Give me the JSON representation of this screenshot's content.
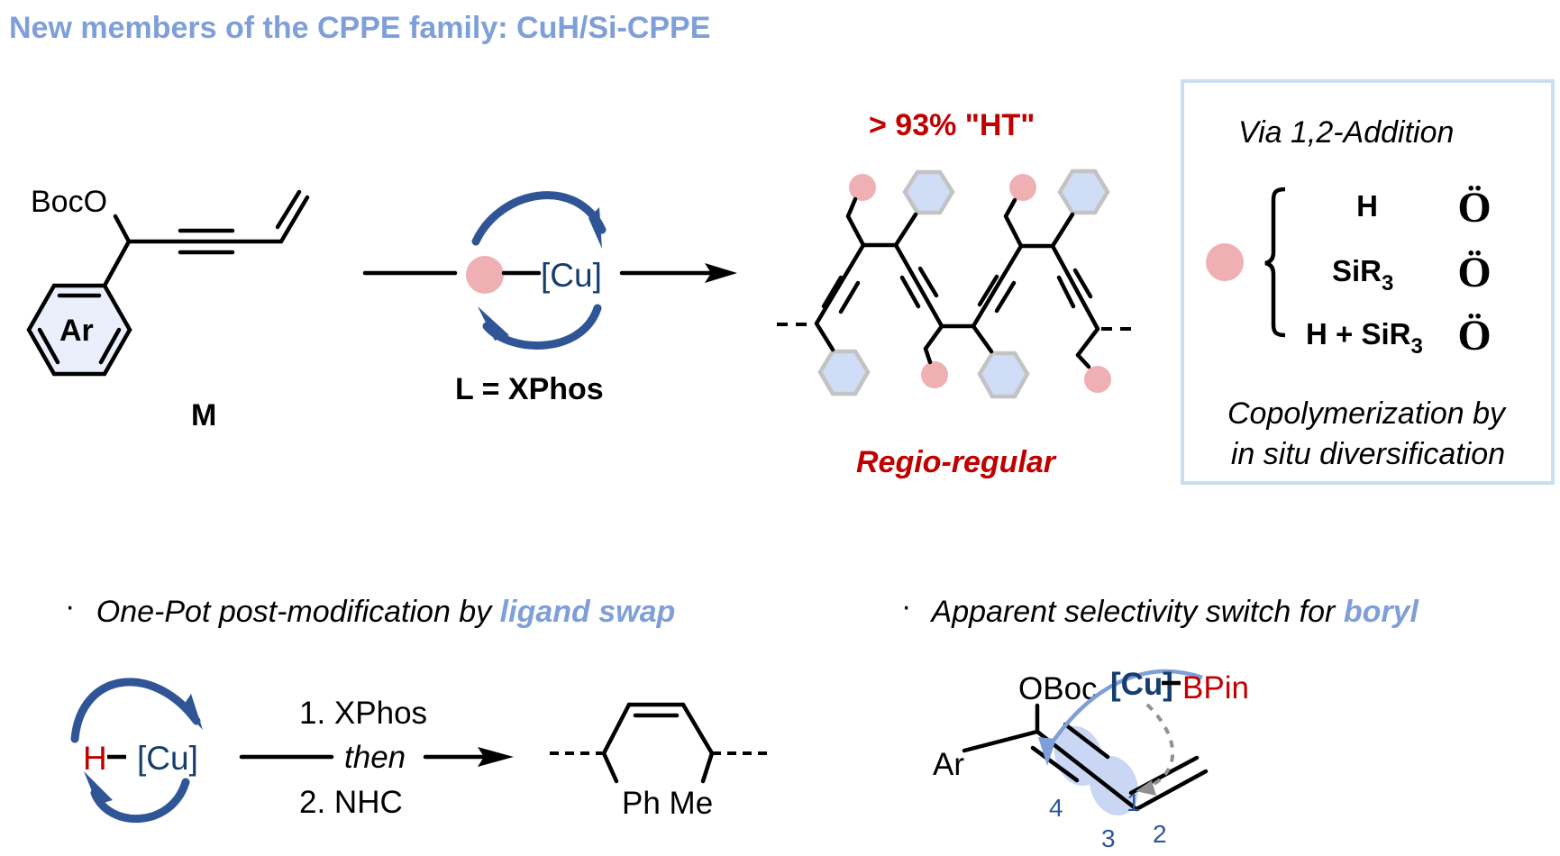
{
  "title": "New members of the CPPE family: CuH/Si-CPPE",
  "colors": {
    "title_blue": "#7f9fd9",
    "catalyst_navy": "#153e6e",
    "cycle_blue": "#2f5597",
    "red": "#c00000",
    "pink_dot": "#efb0b3",
    "hex_fill": "#d0ddf7",
    "box_border": "#c9dfee"
  },
  "monomer": {
    "boc_label": "BocO",
    "ring_label": "Ar",
    "name": "M"
  },
  "catalysis": {
    "catalyst": "[Cu]",
    "ligand": "L = XPhos"
  },
  "polymer": {
    "selectivity": "> 93% \"HT\"",
    "label": "Regio-regular"
  },
  "addition_box": {
    "heading": "Via 1,2-Addition",
    "options": [
      {
        "group": "H",
        "subscript": "",
        "mark": "Ö"
      },
      {
        "group": "SiR",
        "subscript": "3",
        "mark": "Ö"
      },
      {
        "group": "H + SiR",
        "subscript": "3",
        "mark": "Ö"
      }
    ],
    "footer_line1": "Copolymerization by",
    "footer_line2": "in situ diversification"
  },
  "ligand_swap": {
    "bullet": "·",
    "text": "One-Pot post-modification by ",
    "highlight": "ligand swap",
    "hydride": "H",
    "catalyst": "[Cu]",
    "step1": "1. XPhos",
    "then": "then",
    "step2": "2. NHC",
    "product_subst": "Ph Me"
  },
  "boryl": {
    "bullet": "·",
    "text": "Apparent  selectivity switch for ",
    "highlight": "boryl",
    "oboc": "OBoc",
    "ar": "Ar",
    "catalyst": "[Cu]",
    "boron": "BPin",
    "positions": [
      "1",
      "2",
      "3",
      "4"
    ]
  }
}
